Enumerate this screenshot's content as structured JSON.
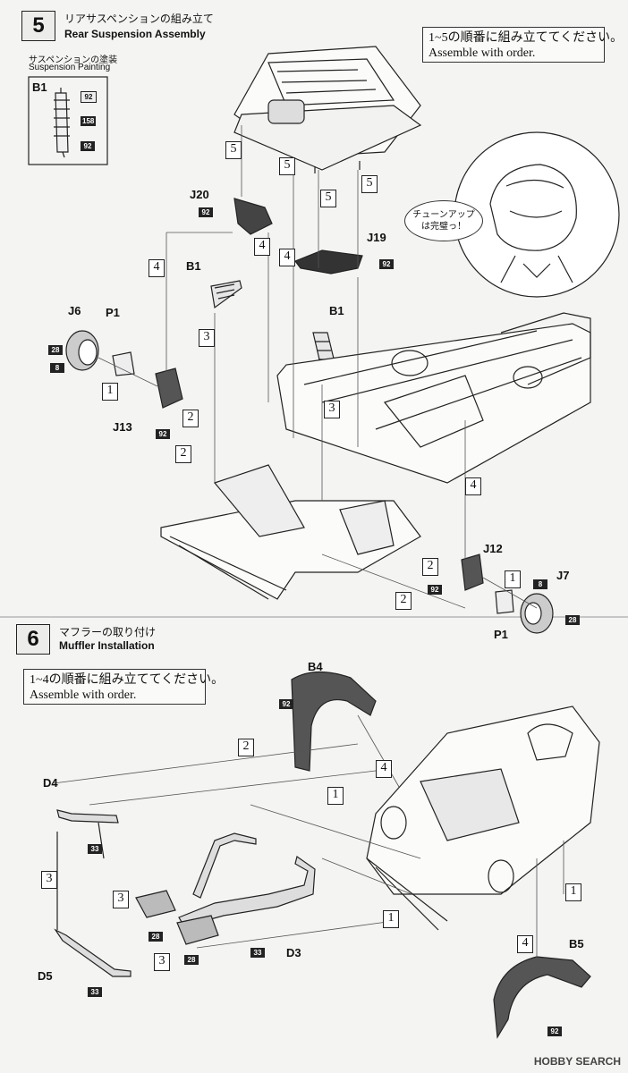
{
  "step5": {
    "number": "5",
    "title_jp": "リアサスペンションの組み立て",
    "title_en": "Rear Suspension Assembly",
    "note_jp": "1~5の順番に組み立ててください。",
    "note_en": "Assemble with order.",
    "painting_jp": "サスペンションの塗装",
    "painting_en": "Suspension Painting",
    "painting_part": "B1",
    "paint_codes": [
      "92",
      "158",
      "92"
    ],
    "character_bubble": [
      "チューンアップ",
      "は完璧っ！"
    ],
    "parts": {
      "j20": "J20",
      "j19": "J19",
      "b1_a": "B1",
      "b1_b": "B1",
      "j6": "J6",
      "p1_a": "P1",
      "j13": "J13",
      "j12": "J12",
      "j7": "J7",
      "p1_b": "P1"
    },
    "paint": {
      "j20": "92",
      "j19": "92",
      "j6_a": "28",
      "j6_b": "8",
      "j13": "92",
      "j12": "92",
      "j7_a": "8",
      "j7_b": "28"
    },
    "order_marks": [
      "5",
      "5",
      "5",
      "5",
      "4",
      "4",
      "4",
      "3",
      "3",
      "2",
      "2",
      "1",
      "4",
      "2",
      "1",
      "2"
    ]
  },
  "step6": {
    "number": "6",
    "title_jp": "マフラーの取り付け",
    "title_en": "Muffler Installation",
    "note_jp": "1~4の順番に組み立ててください。",
    "note_en": "Assemble with order.",
    "parts": {
      "b4": "B4",
      "d4": "D4",
      "d5": "D5",
      "d3": "D3",
      "b5": "B5"
    },
    "paint": {
      "b4": "92",
      "d4": "33",
      "d5": "33",
      "d3": "33",
      "c1": "28",
      "c2": "28",
      "b5": "92"
    },
    "order_marks": [
      "2",
      "4",
      "1",
      "3",
      "3",
      "3",
      "1",
      "1",
      "4"
    ]
  },
  "watermark": "HOBBY SEARCH"
}
